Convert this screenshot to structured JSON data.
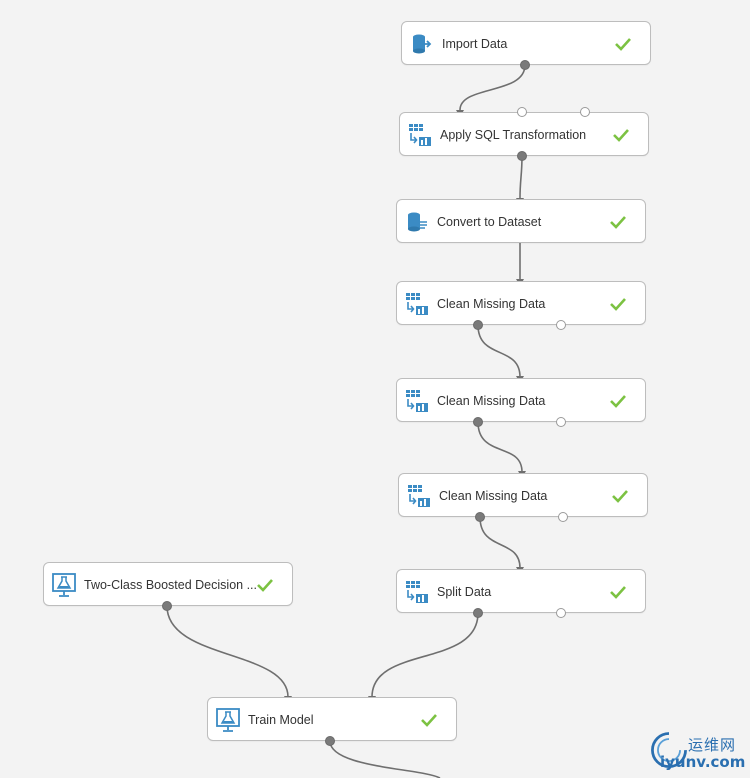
{
  "colors": {
    "canvas_bg": "#f3f3f3",
    "node_border": "#bdbdbd",
    "icon_blue": "#3b8bc4",
    "check_green": "#7cc242",
    "connector": "#6f6f6f"
  },
  "nodes": {
    "import_data": {
      "label": "Import Data",
      "icon": "database-import-icon",
      "status": "completed"
    },
    "apply_sql": {
      "label": "Apply SQL Transformation",
      "icon": "table-transform-icon",
      "status": "completed"
    },
    "convert_dataset": {
      "label": "Convert to Dataset",
      "icon": "dataset-convert-icon",
      "status": "completed"
    },
    "clean_missing_1": {
      "label": "Clean Missing Data",
      "icon": "table-transform-icon",
      "status": "completed"
    },
    "clean_missing_2": {
      "label": "Clean Missing Data",
      "icon": "table-transform-icon",
      "status": "completed"
    },
    "clean_missing_3": {
      "label": "Clean Missing Data",
      "icon": "table-transform-icon",
      "status": "completed"
    },
    "split_data": {
      "label": "Split Data",
      "icon": "table-transform-icon",
      "status": "completed"
    },
    "two_class": {
      "label": "Two-Class Boosted Decision ...",
      "icon": "model-flask-icon",
      "status": "completed"
    },
    "train_model": {
      "label": "Train Model",
      "icon": "model-flask-icon",
      "status": "completed"
    }
  },
  "watermark": {
    "cn": "运维网",
    "en": "iyunv.com"
  }
}
